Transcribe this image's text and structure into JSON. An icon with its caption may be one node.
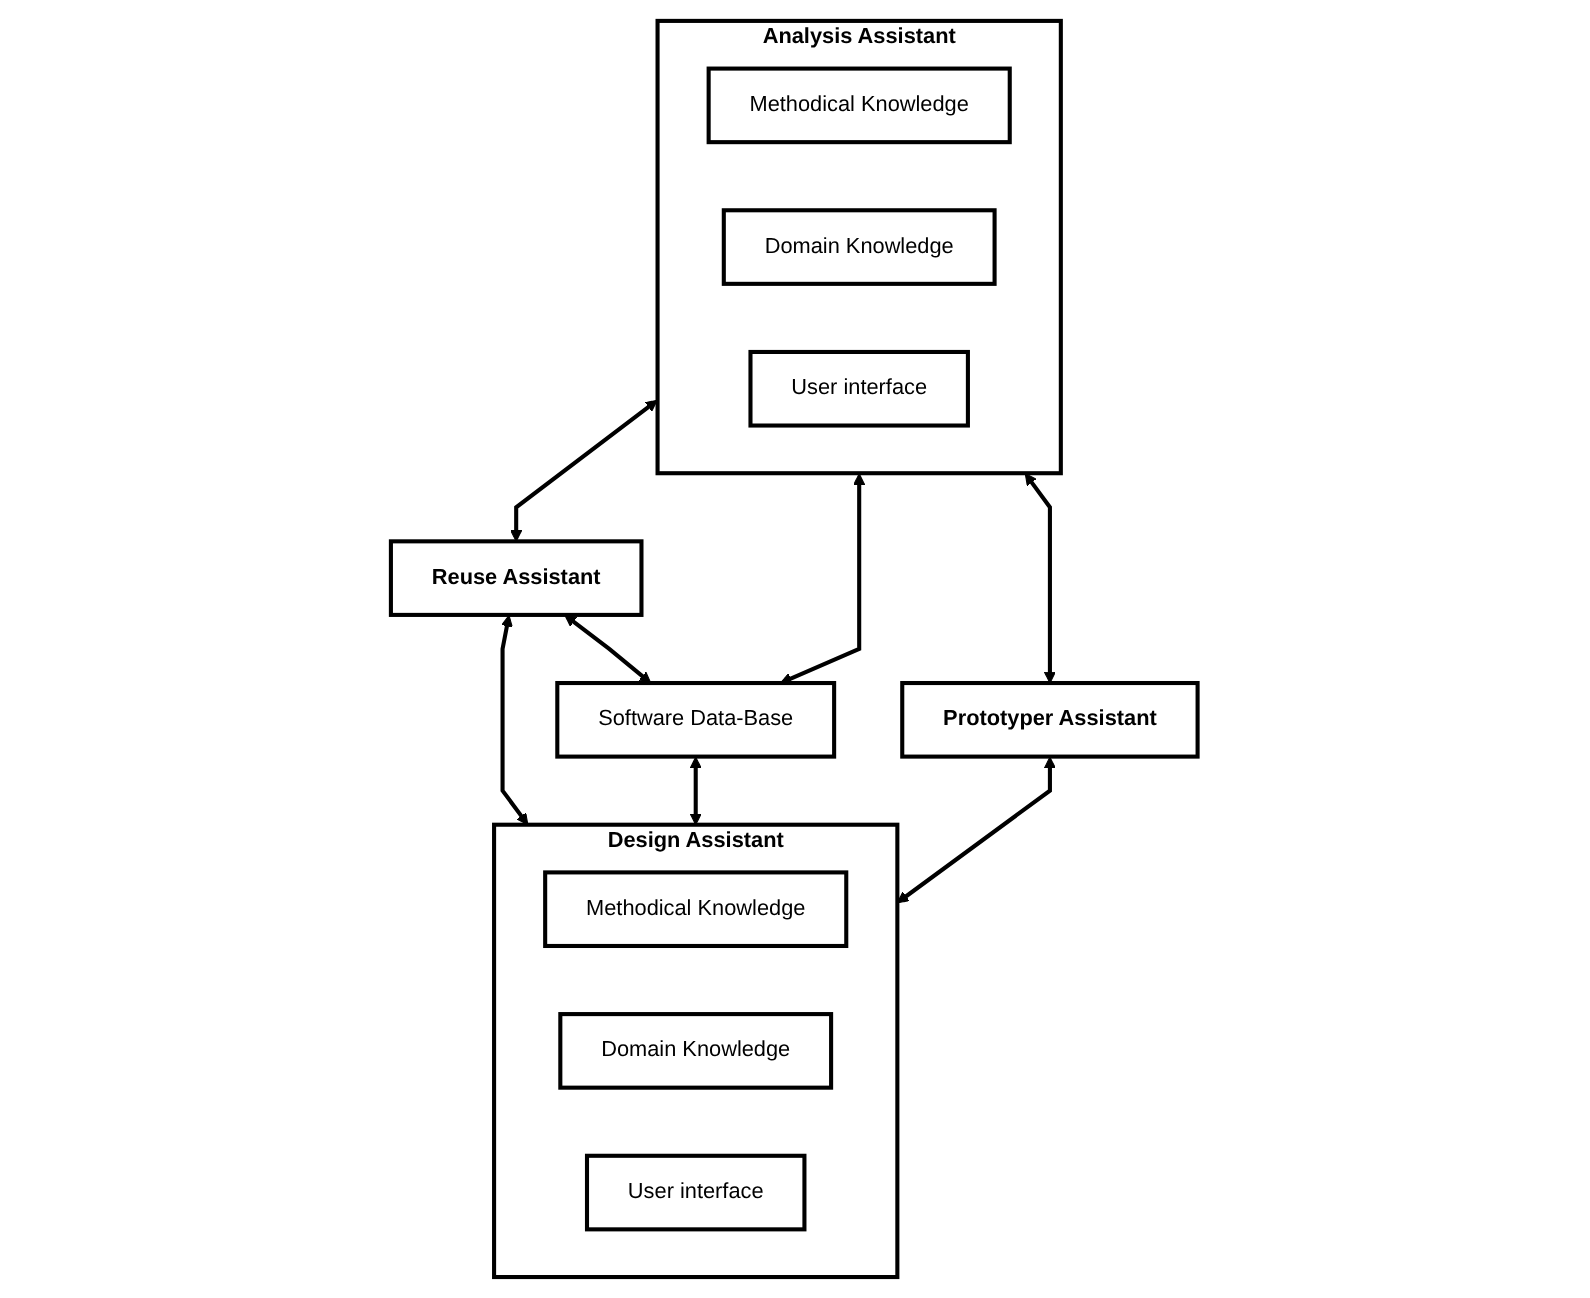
{
  "diagram": {
    "nodes": [
      {
        "text": [
          "Analysis Assistant"
        ]
      },
      {
        "text": [
          "Methodical Knowledge"
        ],
        "in": 0
      },
      {
        "text": [
          "Domain Knowledge"
        ],
        "in": 0
      },
      {
        "text": [
          "User interface"
        ],
        "in": 0
      },
      {
        "text": [
          "Reuse Assistant"
        ]
      },
      {
        "text": [
          "Software Data-Base"
        ]
      },
      {
        "text": [
          "Prototyper Assistant"
        ]
      },
      {
        "text": [
          "Design Assistant"
        ]
      },
      {
        "text": [
          "Methodical Knowledge"
        ],
        "in": 7
      },
      {
        "text": [
          "Domain Knowledge"
        ],
        "in": 7
      },
      {
        "text": [
          "User interface"
        ],
        "in": 7
      }
    ],
    "edges": [
      {
        "from": 0,
        "to": 4,
        "arrow": "both"
      },
      {
        "from": 0,
        "to": 5,
        "arrow": "both"
      },
      {
        "from": 0,
        "to": 6,
        "arrow": "both"
      },
      {
        "from": 4,
        "to": 5,
        "arrow": "both"
      },
      {
        "from": 4,
        "to": 7,
        "arrow": "both"
      },
      {
        "from": 5,
        "to": 7,
        "arrow": "both"
      },
      {
        "from": 6,
        "to": 7,
        "arrow": "both"
      }
    ]
  }
}
